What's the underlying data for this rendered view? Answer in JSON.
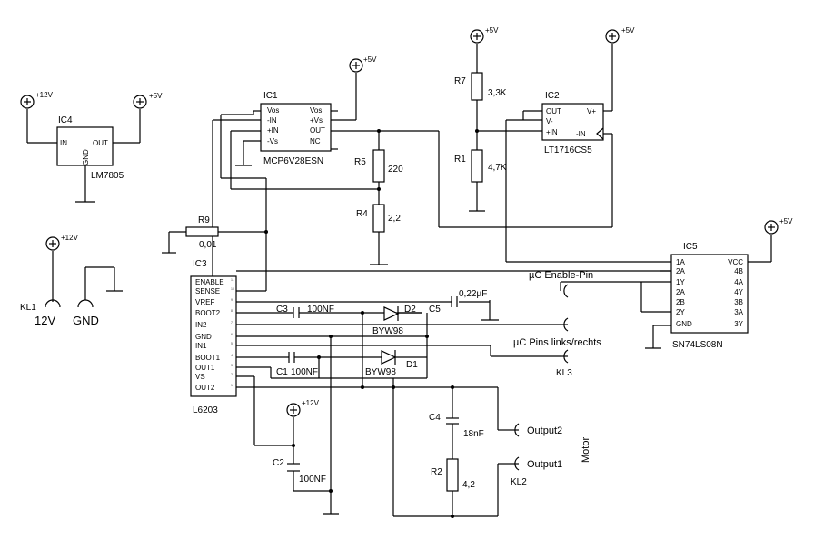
{
  "components": {
    "ic1": {
      "ref": "IC1",
      "part": "MCP6V28ESN",
      "pins": {
        "vos1": "Vos",
        "in_neg": "-IN",
        "in_pos": "+IN",
        "vs_neg": "-Vs",
        "vos2": "Vos",
        "vs_pos": "+Vs",
        "out": "OUT",
        "nc": "NC"
      }
    },
    "ic2": {
      "ref": "IC2",
      "part": "LT1716CS5",
      "pins": {
        "out": "OUT",
        "v_neg": "V-",
        "in_pos": "+IN",
        "v_pos": "V+",
        "in_neg": "-IN"
      }
    },
    "ic3": {
      "ref": "IC3",
      "part": "L6203",
      "pins": [
        "ENABLE",
        "SENSE",
        "VREF",
        "BOOT2",
        "IN2",
        "GND",
        "IN1",
        "BOOT1",
        "OUT1",
        "VS",
        "OUT2"
      ],
      "pin_numbers": [
        "11",
        "10",
        "9",
        "8",
        "7",
        "6",
        "5",
        "4",
        "3",
        "2",
        "1"
      ]
    },
    "ic4": {
      "ref": "IC4",
      "part": "LM7805",
      "pins": {
        "in": "IN",
        "gnd": "GND",
        "out": "OUT"
      }
    },
    "ic5": {
      "ref": "IC5",
      "part": "SN74LS08N",
      "pins_left": [
        "1A",
        "2A",
        "1Y",
        "2A",
        "2B",
        "2Y",
        "GND"
      ],
      "pins_right": [
        "VCC",
        "4B",
        "4A",
        "4Y",
        "3B",
        "3A",
        "3Y"
      ]
    },
    "r1": {
      "ref": "R1",
      "value": "4,7K"
    },
    "r2": {
      "ref": "R2",
      "value": "4,2"
    },
    "r4": {
      "ref": "R4",
      "value": "2,2"
    },
    "r5": {
      "ref": "R5",
      "value": "220"
    },
    "r7": {
      "ref": "R7",
      "value": "3,3K"
    },
    "r9": {
      "ref": "R9",
      "value": "0,01"
    },
    "c1": {
      "ref": "C1",
      "value": "100NF"
    },
    "c2": {
      "ref": "C2",
      "value": "100NF"
    },
    "c3": {
      "ref": "C3",
      "value": "100NF"
    },
    "c4": {
      "ref": "C4",
      "value": "18nF"
    },
    "c5": {
      "ref": "C5",
      "value": "0,22µF"
    },
    "d1": {
      "ref": "D1",
      "part": "BYW98"
    },
    "d2": {
      "ref": "D2",
      "part": "BYW98"
    }
  },
  "supplies": {
    "plus5v": "+5V",
    "plus12v": "+12V"
  },
  "connectors": {
    "kl1": {
      "ref": "KL1",
      "pin1": "12V",
      "pin2": "GND"
    },
    "kl2": {
      "ref": "KL2",
      "pin1": "Output2",
      "pin2": "Output1",
      "label": "Motor"
    },
    "kl3": {
      "ref": "KL3"
    }
  },
  "labels": {
    "enable_pin": "µC Enable-Pin",
    "direction_pins": "µC Pins links/rechts"
  }
}
